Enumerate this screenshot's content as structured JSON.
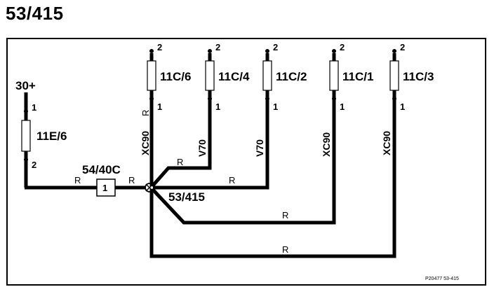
{
  "title": "53/415",
  "power": {
    "label": "30+"
  },
  "fuses": [
    {
      "id": "11E/6",
      "pin_top": "1",
      "pin_bottom": "2"
    },
    {
      "id": "11C/6",
      "pin_top": "2",
      "pin_bottom": "1"
    },
    {
      "id": "11C/4",
      "pin_top": "2",
      "pin_bottom": "1"
    },
    {
      "id": "11C/2",
      "pin_top": "2",
      "pin_bottom": "1"
    },
    {
      "id": "11C/1",
      "pin_top": "2",
      "pin_bottom": "1"
    },
    {
      "id": "11C/3",
      "pin_top": "2",
      "pin_bottom": "1"
    }
  ],
  "connector": {
    "label": "54/40C",
    "pin": "1"
  },
  "splice": {
    "label": "53/415"
  },
  "variants": [
    "XC90",
    "V70",
    "V70",
    "XC90",
    "XC90"
  ],
  "wire_color": "R",
  "reference": "P20477  53-415"
}
